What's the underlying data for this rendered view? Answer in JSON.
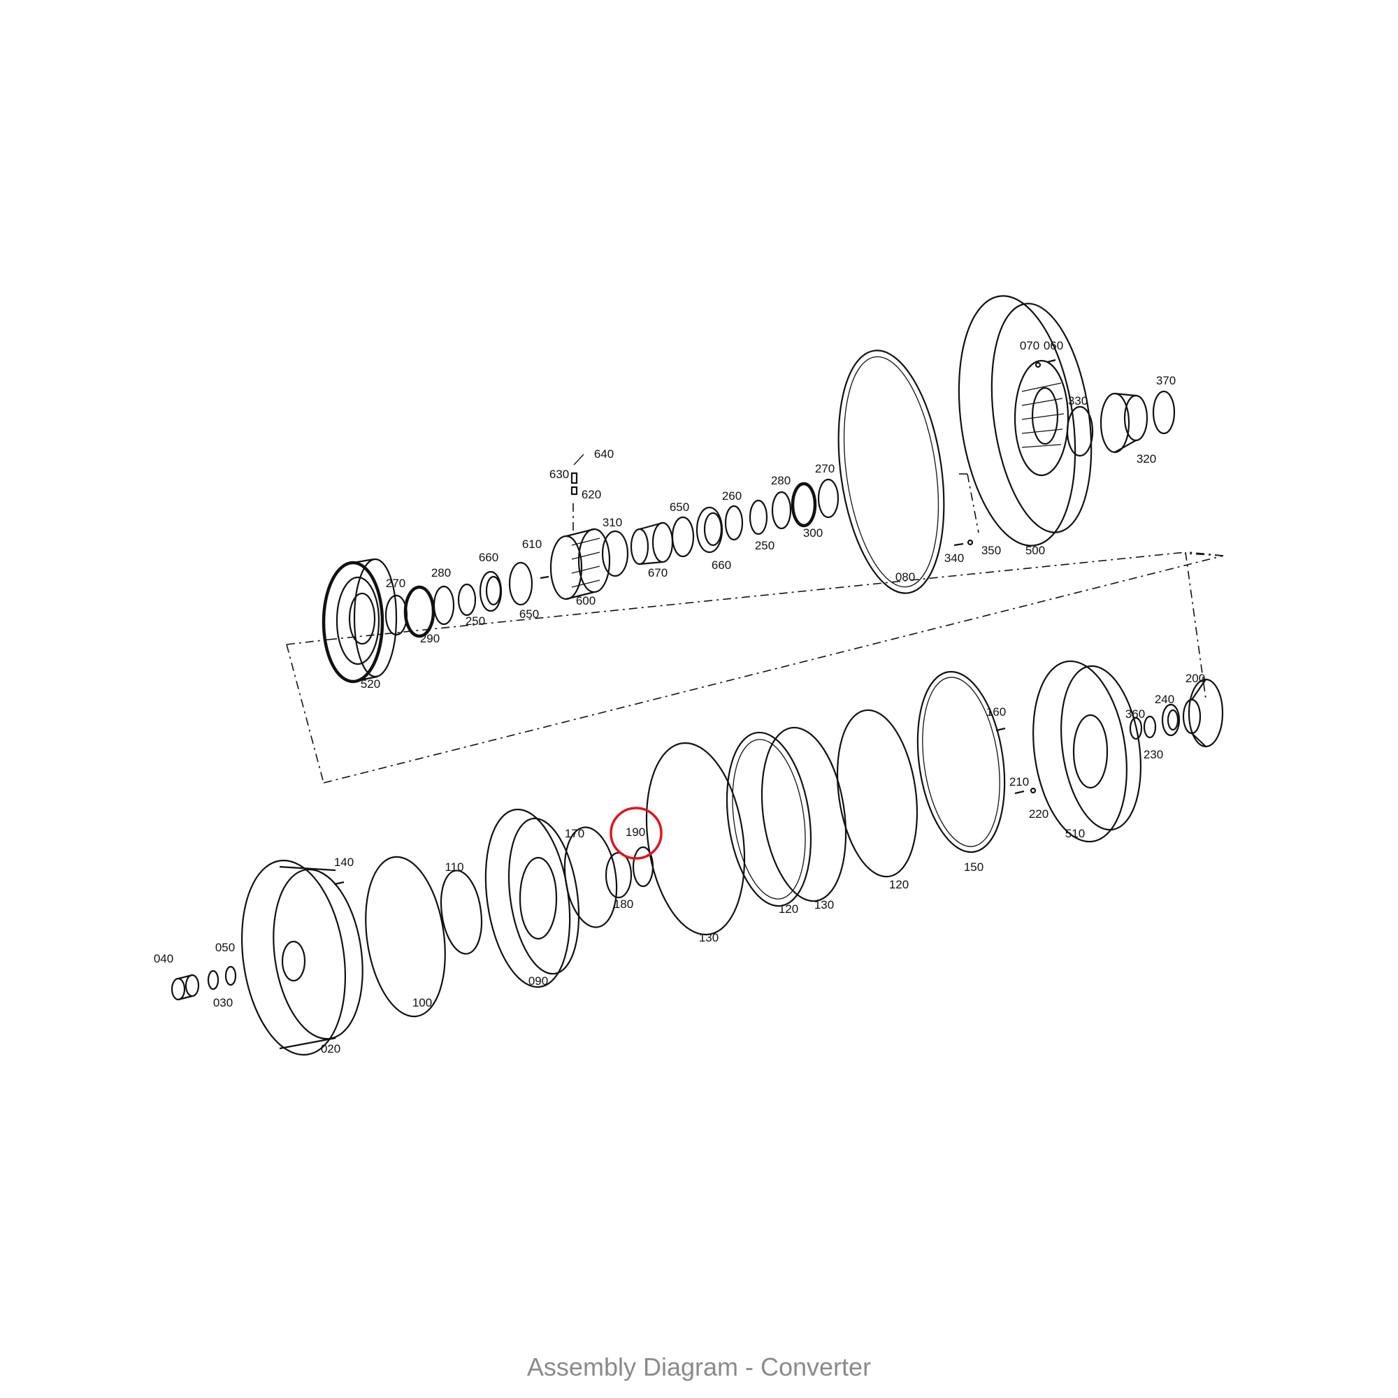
{
  "caption": "Assembly Diagram - Converter",
  "highlight": {
    "label": "190",
    "color": "#e0141e"
  },
  "part_labels": [
    "020",
    "030",
    "040",
    "050",
    "060",
    "070",
    "080",
    "090",
    "100",
    "110",
    "120",
    "120",
    "130",
    "130",
    "140",
    "150",
    "160",
    "170",
    "180",
    "190",
    "200",
    "210",
    "220",
    "230",
    "240",
    "250",
    "250",
    "260",
    "270",
    "270",
    "280",
    "280",
    "290",
    "300",
    "310",
    "320",
    "330",
    "340",
    "350",
    "360",
    "370",
    "500",
    "510",
    "520",
    "600",
    "610",
    "620",
    "630",
    "640",
    "650",
    "650",
    "660",
    "660",
    "670"
  ]
}
